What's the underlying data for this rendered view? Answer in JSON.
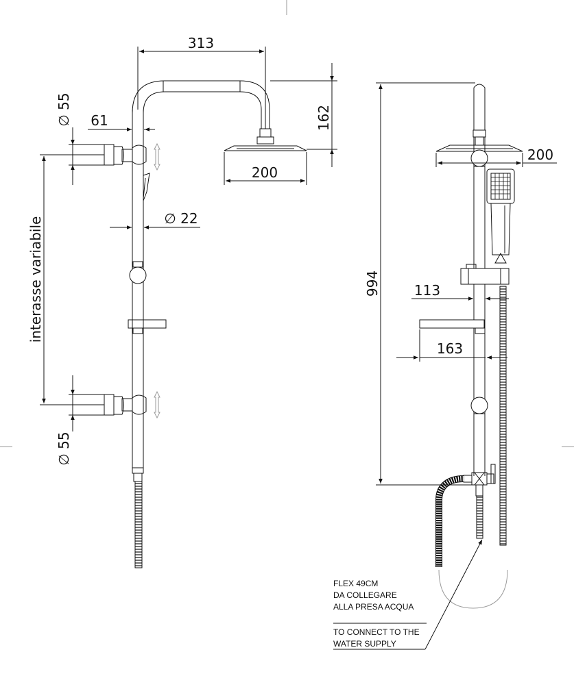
{
  "dimensions": {
    "head_arm_length": "313",
    "head_height": "162",
    "head_diameter_front": "200",
    "head_diameter_side": "200",
    "bracket_offset": "61",
    "bracket_diameter_top": "∅ 55",
    "bracket_diameter_bottom": "∅ 55",
    "pipe_diameter": "∅ 22",
    "variable_centers": "interasse variabile",
    "total_height": "994",
    "holder_depth": "113",
    "shelf_depth": "163"
  },
  "notes": {
    "it_line1": "FLEX 49CM",
    "it_line2": "DA COLLEGARE",
    "it_line3": "ALLA PRESA ACQUA",
    "en_line1": "TO CONNECT TO THE",
    "en_line2": "WATER SUPPLY"
  }
}
